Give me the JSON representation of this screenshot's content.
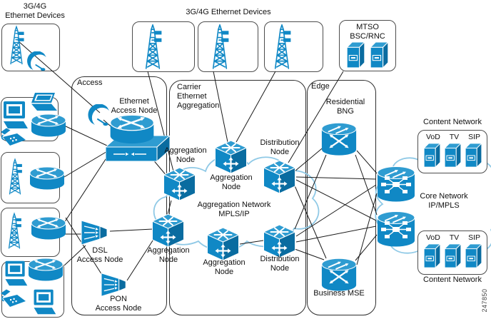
{
  "colors": {
    "cisco_blue": "#1088C5",
    "cisco_blue_dark": "#0A6CA0",
    "cisco_blue_light": "#2F9CD1",
    "cloud_stroke": "#8FC9E6",
    "line": "#1A1A1A"
  },
  "labels": {
    "top_left_group": "3G/4G\nEthernet Devices",
    "top_mid_group": "3G/4G Ethernet Devices",
    "mtso": "MTSO\nBSC/RNC",
    "region_access": "Access",
    "region_carrier": "Carrier\nEthernet\nAggregation",
    "region_edge": "Edge",
    "ethernet_access_node": "Ethernet\nAccess Node",
    "aggregation_node": "Aggregation\nNode",
    "distribution_node": "Distribution\nNode",
    "dsl_access_node": "DSL\nAccess Node",
    "pon_access_node": "PON\nAccess Node",
    "residential_bng": "Residential\nBNG",
    "business_mse": "Business MSE",
    "aggregation_cloud": "Aggregation Network\nMPLS/IP",
    "core_cloud": "Core Network\nIP/MPLS",
    "content_network": "Content Network",
    "figure_number": "247850"
  },
  "content_servers": [
    "VoD",
    "TV",
    "SIP"
  ]
}
